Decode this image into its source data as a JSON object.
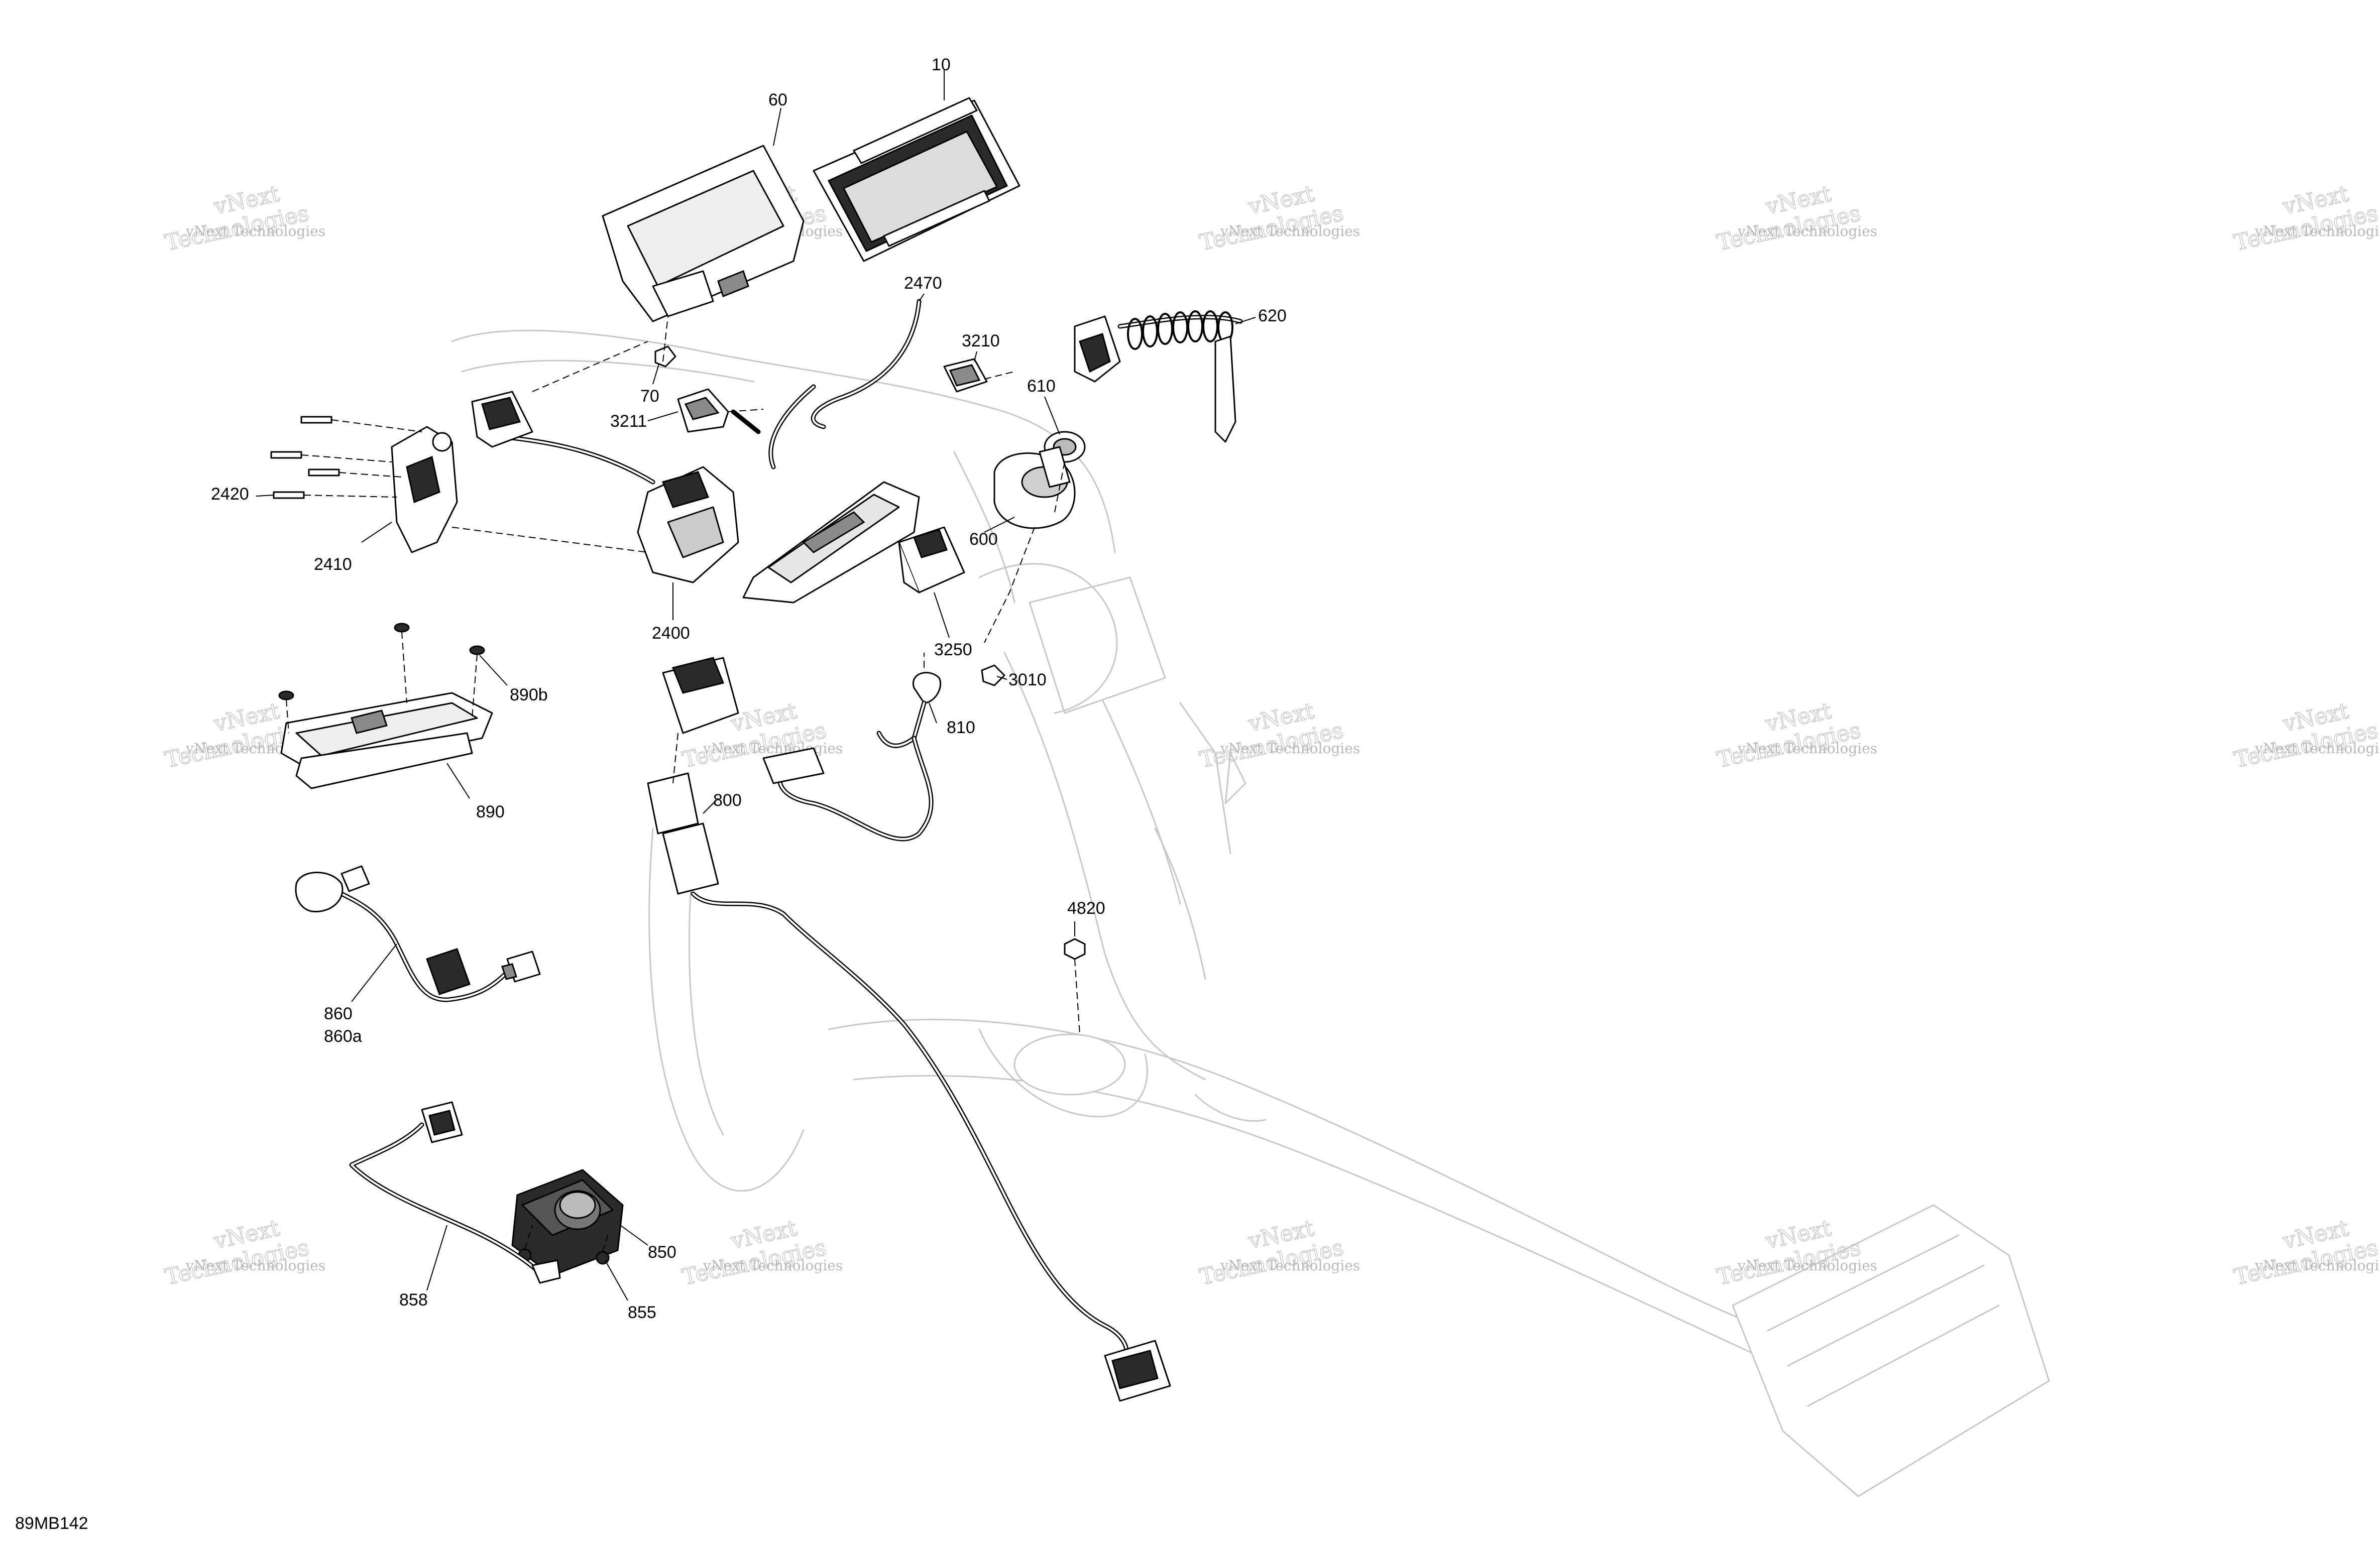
{
  "diagram": {
    "drawing_code": "89MB142",
    "callouts": [
      "10",
      "60",
      "70",
      "2470",
      "3210",
      "3211",
      "620",
      "610",
      "2420",
      "2410",
      "2400",
      "600",
      "3250",
      "3010",
      "890b",
      "890",
      "810",
      "800",
      "4820",
      "860",
      "860a",
      "850",
      "855",
      "858"
    ],
    "watermark": {
      "line1": "vNext Technologies",
      "line2": "vNext",
      "line3": "Technologies"
    }
  }
}
